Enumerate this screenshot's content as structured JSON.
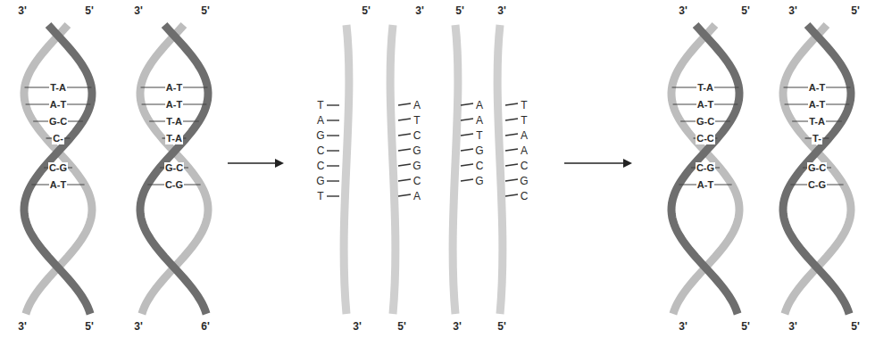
{
  "diagram": {
    "labels": [
      "3'",
      "5'",
      "3'",
      "5'",
      "5'",
      "3'",
      "5'",
      "3'",
      "3'",
      "5'",
      "3'",
      "5'",
      "T-A",
      "A-T",
      "G-C",
      "C-",
      "C-G",
      "A-T",
      "A-T",
      "A-T",
      "T-A",
      "T-A",
      "G-C",
      "C-G",
      "T",
      "A",
      "G",
      "C",
      "C",
      "G",
      "T",
      "A",
      "T",
      "C",
      "G",
      "G",
      "C",
      "A",
      "A",
      "A",
      "T",
      "G",
      "C",
      "G",
      "T",
      "T",
      "A",
      "A",
      "C",
      "G",
      "C",
      "T-A",
      "A-T",
      "G-C",
      "C-C",
      "C-G",
      "A-T",
      "A-T",
      "A-T",
      "T-A",
      "T-",
      "G-C",
      "C-G",
      "3'",
      "5'",
      "3'",
      "6'",
      "3'",
      "5'",
      "3'",
      "5'",
      "3'",
      "5'",
      "3'",
      "5'"
    ]
  }
}
